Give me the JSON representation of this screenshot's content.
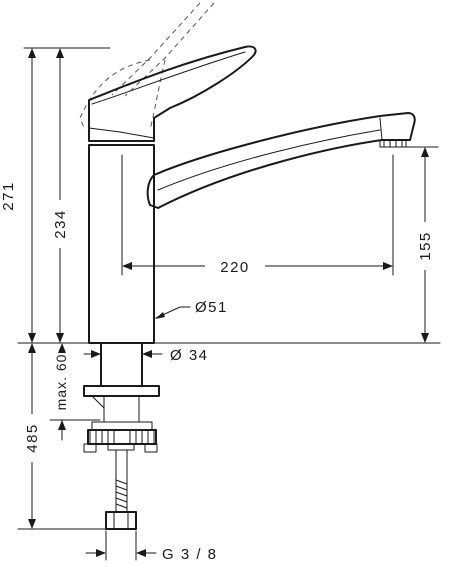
{
  "dimensions": {
    "total_height": "271",
    "spout_body_height": "234",
    "outlet_height": "155",
    "spout_reach": "220",
    "body_diameter": "Ø51",
    "base_diameter": "Ø 34",
    "max_deck_thickness": "max. 60",
    "hose_length": "485",
    "connection_thread": "G 3 / 8"
  }
}
